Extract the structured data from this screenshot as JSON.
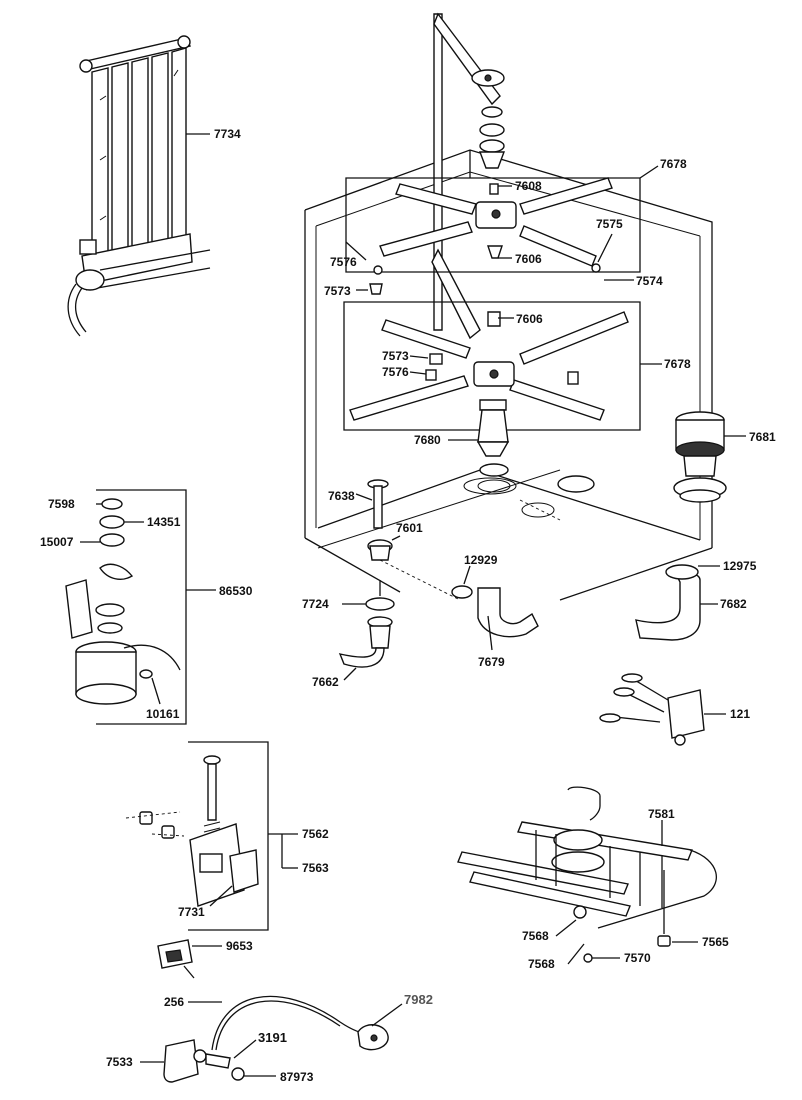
{
  "diagram": {
    "callouts": {
      "c7734": "7734",
      "c7678a": "7678",
      "c7608": "7608",
      "c7575": "7575",
      "c7576a": "7576",
      "c7574": "7574",
      "c7606a": "7606",
      "c7573a": "7573",
      "c7606b": "7606",
      "c7573b": "7573",
      "c7576b": "7576",
      "c7678b": "7678",
      "c7680": "7680",
      "c7681": "7681",
      "c7598": "7598",
      "c14351": "14351",
      "c15007": "15007",
      "c86530": "86530",
      "c10161": "10161",
      "c7638": "7638",
      "c7601": "7601",
      "c12929": "12929",
      "c12975": "12975",
      "c7724": "7724",
      "c7682": "7682",
      "c7662": "7662",
      "c7679": "7679",
      "c121": "121",
      "c7562": "7562",
      "c7563": "7563",
      "c7731": "7731",
      "c7581": "7581",
      "c7568a": "7568",
      "c7565": "7565",
      "c7568b": "7568",
      "c7570": "7570",
      "c9653": "9653",
      "c256": "256",
      "c7982": "7982",
      "c3191": "3191",
      "c7533": "7533",
      "c87973": "87973"
    }
  }
}
